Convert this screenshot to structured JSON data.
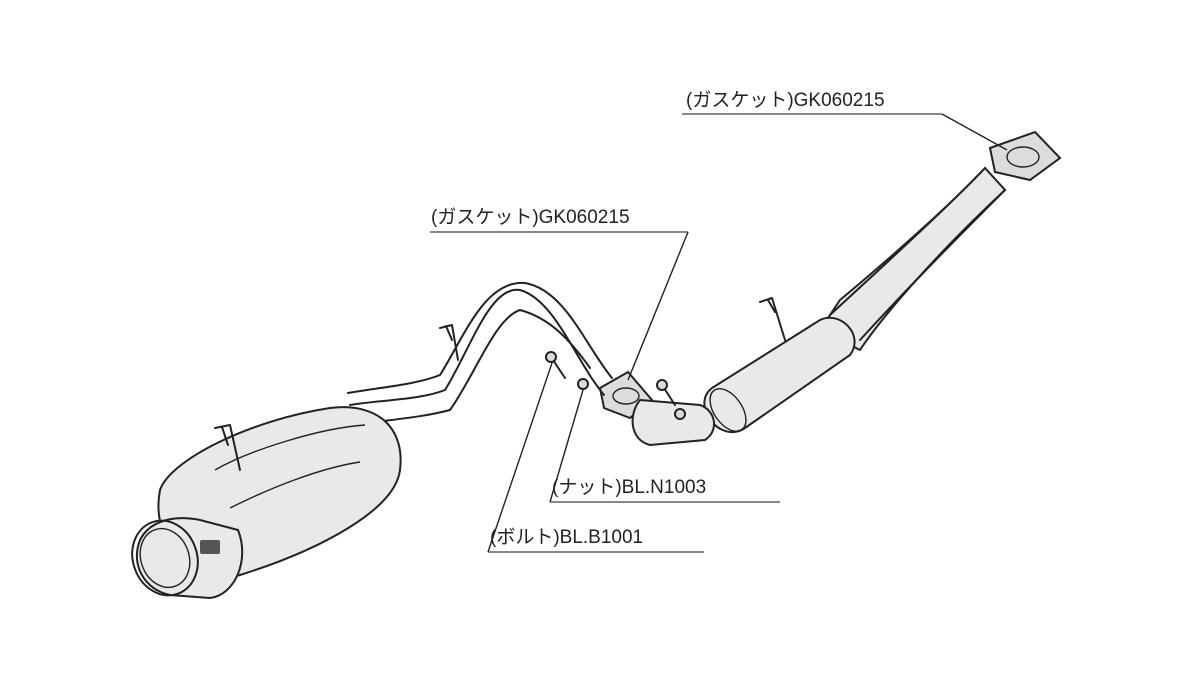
{
  "callouts": {
    "gasket_top": "(ガスケット)GK060215",
    "gasket_mid": "(ガスケット)GK060215",
    "nut": "(ナット)BL.N1003",
    "bolt": "(ボルト)BL.B1001"
  }
}
